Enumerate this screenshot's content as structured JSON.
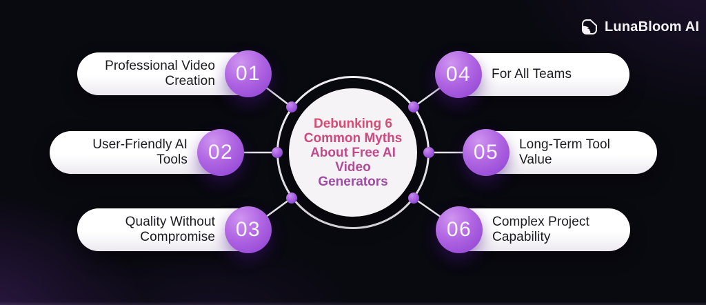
{
  "brand": {
    "name": "LunaBloom AI",
    "icon": "lunabloom-page-sparkle-icon"
  },
  "center": {
    "title": "Debunking 6 Common Myths About Free AI Video Generators",
    "title_lines": [
      "Debunking 6",
      "Common Myths",
      "About Free AI",
      "Video",
      "Generators"
    ]
  },
  "items": [
    {
      "number": "01",
      "label": "Professional Video Creation",
      "side": "left"
    },
    {
      "number": "02",
      "label": "User-Friendly AI Tools",
      "side": "left"
    },
    {
      "number": "03",
      "label": "Quality Without Compromise",
      "side": "left"
    },
    {
      "number": "04",
      "label": "For All Teams",
      "side": "right"
    },
    {
      "number": "05",
      "label": "Long-Term Tool Value",
      "side": "right"
    },
    {
      "number": "06",
      "label": "Complex Project Capability",
      "side": "right"
    }
  ],
  "colors": {
    "background": "#090910",
    "corner_glow": "#7c3abb",
    "pill_background": "#ffffff",
    "pill_text": "#1a1a20",
    "number_badge_light": "#cf94f0",
    "number_badge_dark": "#8c40d3",
    "number_text": "#faf7fd",
    "ring_stroke": "#f2f0f5",
    "inner_circle": "#f6f3f7",
    "title_gradient_top": "#d84b72",
    "title_gradient_bottom": "#9f4da3",
    "connector_line": "#e5e2ea",
    "logo_text": "#f5f3f8"
  }
}
